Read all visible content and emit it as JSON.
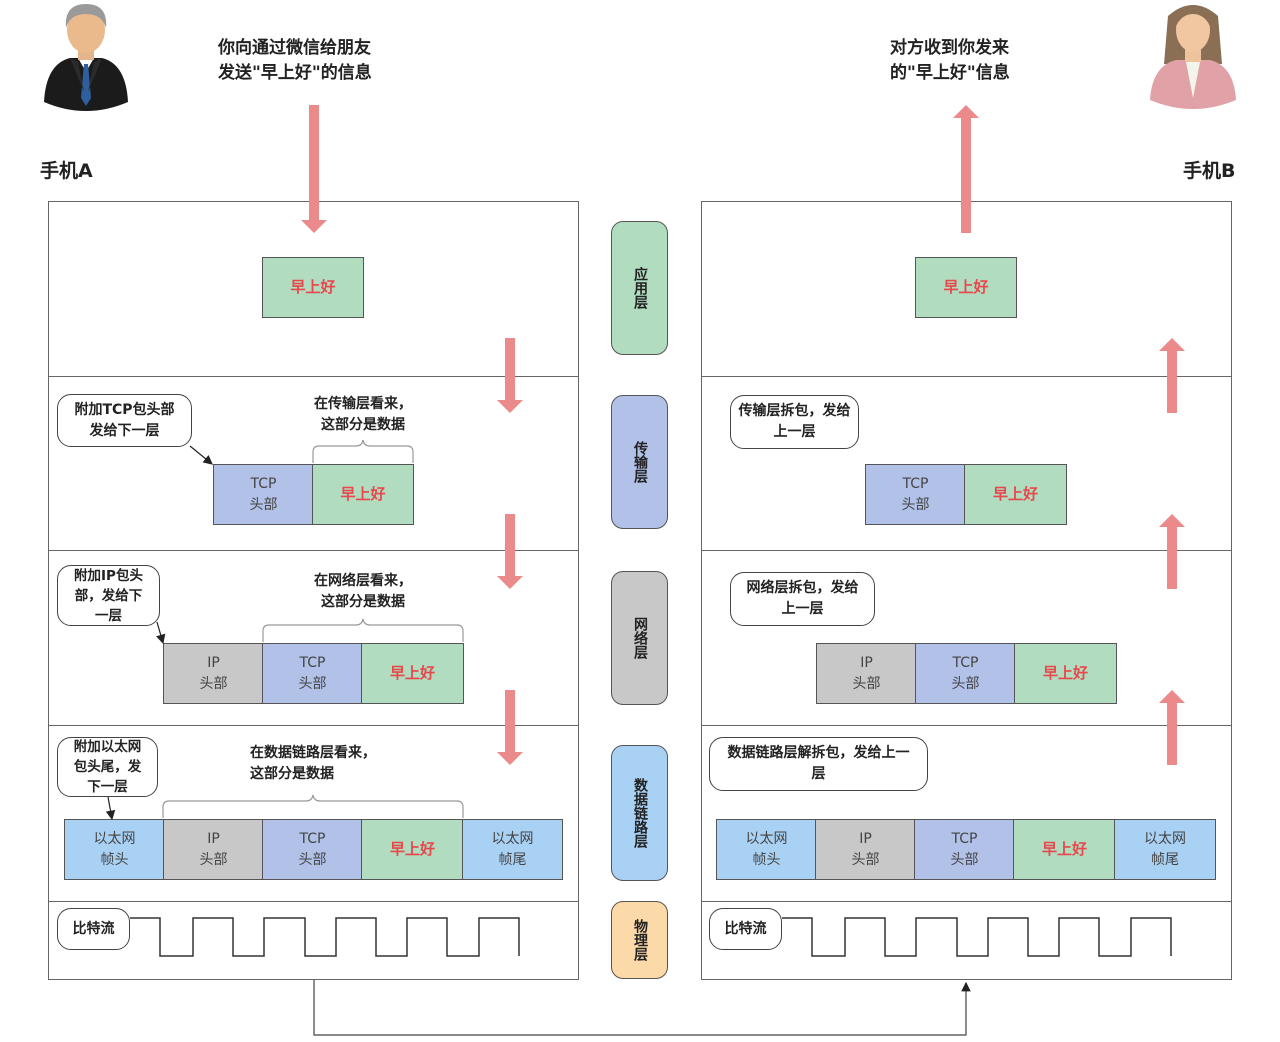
{
  "sender": {
    "avatar": "male-user-avatar",
    "caption": "你向通过微信给朋友\n发送\"早上好\"的信息",
    "phone_label": "手机A"
  },
  "receiver": {
    "avatar": "female-user-avatar",
    "caption": "对方收到你发来\n的\"早上好\"信息",
    "phone_label": "手机B"
  },
  "layers": [
    {
      "name": "应用层",
      "color": "#b1dcc0"
    },
    {
      "name": "传输层",
      "color": "#b1c1e8"
    },
    {
      "name": "网络层",
      "color": "#c8c8c8"
    },
    {
      "name": "数据链路层",
      "color": "#a9d1f4"
    },
    {
      "name": "物理层",
      "color": "#fcd9a8"
    }
  ],
  "segments": {
    "payload": "早上好",
    "tcp_header": "TCP\n头部",
    "ip_header": "IP\n头部",
    "eth_header": "以太网\n帧头",
    "eth_trailer": "以太网\n帧尾"
  },
  "phone_a": {
    "transport_note": "附加TCP包头部\n发给下一层",
    "transport_brace": "在传输层看来，\n这部分是数据",
    "network_note": "附加IP包头\n部，发给下\n一层",
    "network_brace": "在网络层看来，\n这部分是数据",
    "datalink_note": "附加以太网\n包头尾，发\n下一层",
    "datalink_brace": "在数据链路层看来，\n这部分是数据",
    "physical_note": "比特流"
  },
  "phone_b": {
    "transport_note": "传输层拆包，发给\n上一层",
    "network_note": "网络层拆包，发给\n上一层",
    "datalink_note": "数据链路层解拆包，发给上一\n层",
    "physical_note": "比特流"
  },
  "colors": {
    "arrow": "#ea8a8a",
    "payload_text": "#e8474b",
    "border": "#666666"
  }
}
